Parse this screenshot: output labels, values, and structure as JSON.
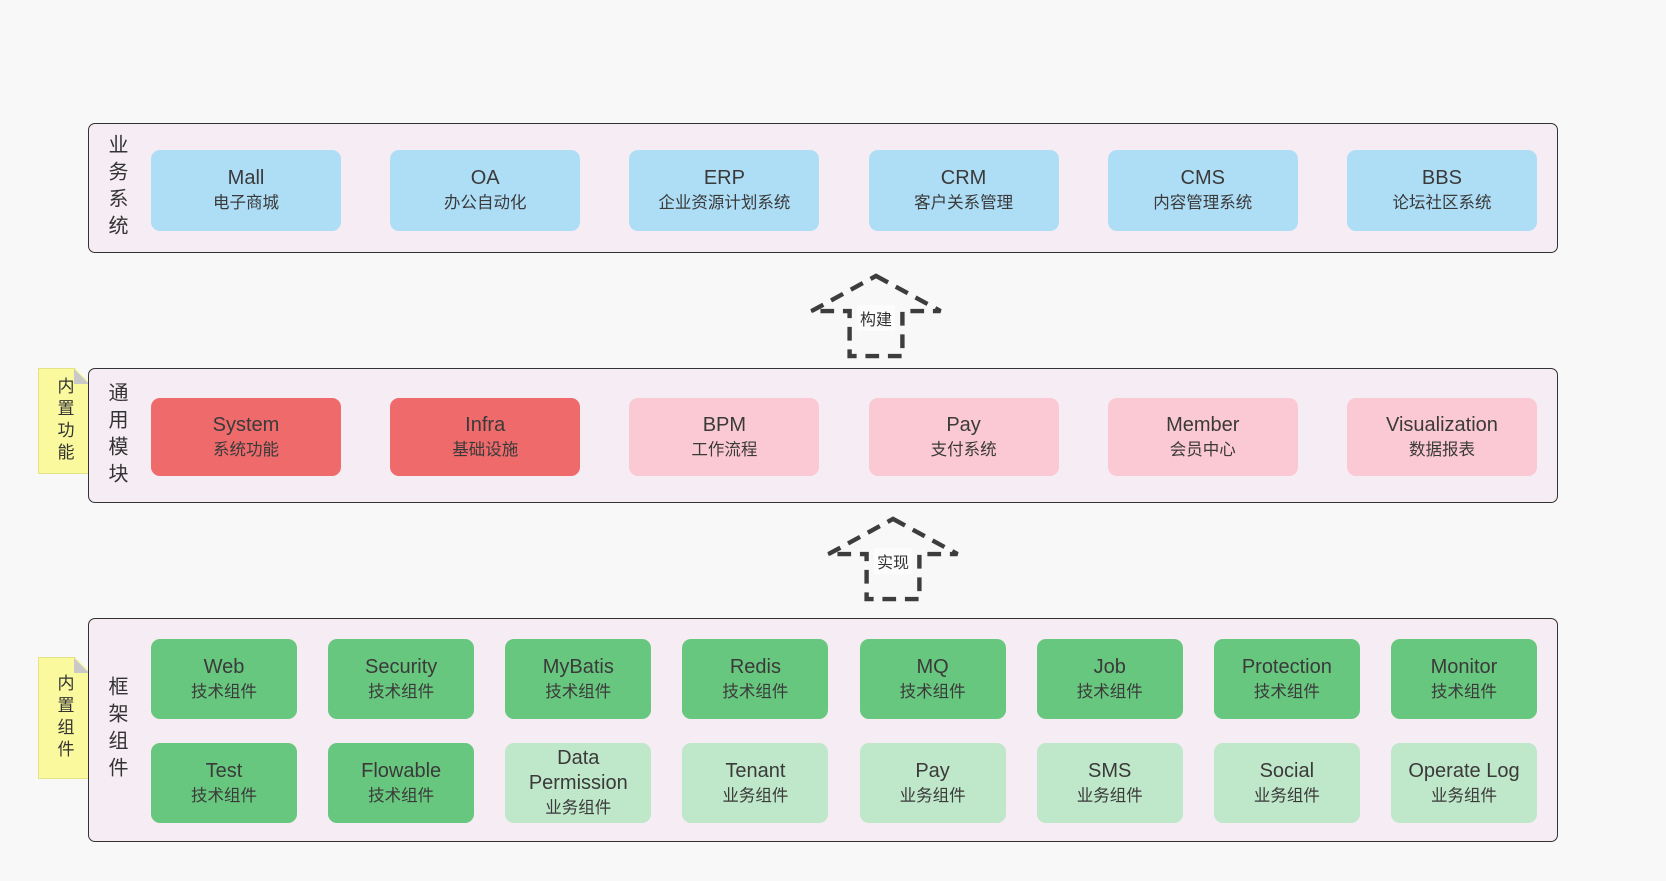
{
  "colors": {
    "page_bg": "#f8f8f8",
    "layer_bg": "#f6ecf4",
    "layer_border": "#333333",
    "blue": "#aeddf6",
    "red": "#ee6a6b",
    "pink": "#fbc9d3",
    "green": "#68c77e",
    "light_green": "#bfe7c9",
    "sticky_yellow": "#fbf99d",
    "sticky_fold_gray": "#c9c9c9",
    "text": "#3a3a3a"
  },
  "layers": {
    "business": {
      "label": "业务系统",
      "boxes": [
        {
          "title": "Mall",
          "subtitle": "电子商城",
          "variant": "blue"
        },
        {
          "title": "OA",
          "subtitle": "办公自动化",
          "variant": "blue"
        },
        {
          "title": "ERP",
          "subtitle": "企业资源计划系统",
          "variant": "blue"
        },
        {
          "title": "CRM",
          "subtitle": "客户关系管理",
          "variant": "blue"
        },
        {
          "title": "CMS",
          "subtitle": "内容管理系统",
          "variant": "blue"
        },
        {
          "title": "BBS",
          "subtitle": "论坛社区系统",
          "variant": "blue"
        }
      ]
    },
    "modules": {
      "label": "通用模块",
      "sticky": "内置功能",
      "boxes": [
        {
          "title": "System",
          "subtitle": "系统功能",
          "variant": "red"
        },
        {
          "title": "Infra",
          "subtitle": "基础设施",
          "variant": "red"
        },
        {
          "title": "BPM",
          "subtitle": "工作流程",
          "variant": "pink"
        },
        {
          "title": "Pay",
          "subtitle": "支付系统",
          "variant": "pink"
        },
        {
          "title": "Member",
          "subtitle": "会员中心",
          "variant": "pink"
        },
        {
          "title": "Visualization",
          "subtitle": "数据报表",
          "variant": "pink"
        }
      ]
    },
    "components": {
      "label": "框架组件",
      "sticky": "内置组件",
      "row1": [
        {
          "title": "Web",
          "subtitle": "技术组件",
          "variant": "green"
        },
        {
          "title": "Security",
          "subtitle": "技术组件",
          "variant": "green"
        },
        {
          "title": "MyBatis",
          "subtitle": "技术组件",
          "variant": "green"
        },
        {
          "title": "Redis",
          "subtitle": "技术组件",
          "variant": "green"
        },
        {
          "title": "MQ",
          "subtitle": "技术组件",
          "variant": "green"
        },
        {
          "title": "Job",
          "subtitle": "技术组件",
          "variant": "green"
        },
        {
          "title": "Protection",
          "subtitle": "技术组件",
          "variant": "green"
        },
        {
          "title": "Monitor",
          "subtitle": "技术组件",
          "variant": "green"
        }
      ],
      "row2": [
        {
          "title": "Test",
          "subtitle": "技术组件",
          "variant": "green"
        },
        {
          "title": "Flowable",
          "subtitle": "技术组件",
          "variant": "green"
        },
        {
          "title": "Data Permission",
          "subtitle": "业务组件",
          "variant": "lightgreen"
        },
        {
          "title": "Tenant",
          "subtitle": "业务组件",
          "variant": "lightgreen"
        },
        {
          "title": "Pay",
          "subtitle": "业务组件",
          "variant": "lightgreen"
        },
        {
          "title": "SMS",
          "subtitle": "业务组件",
          "variant": "lightgreen"
        },
        {
          "title": "Social",
          "subtitle": "业务组件",
          "variant": "lightgreen"
        },
        {
          "title": "Operate Log",
          "subtitle": "业务组件",
          "variant": "lightgreen"
        }
      ]
    }
  },
  "arrows": [
    {
      "label": "构建"
    },
    {
      "label": "实现"
    }
  ]
}
